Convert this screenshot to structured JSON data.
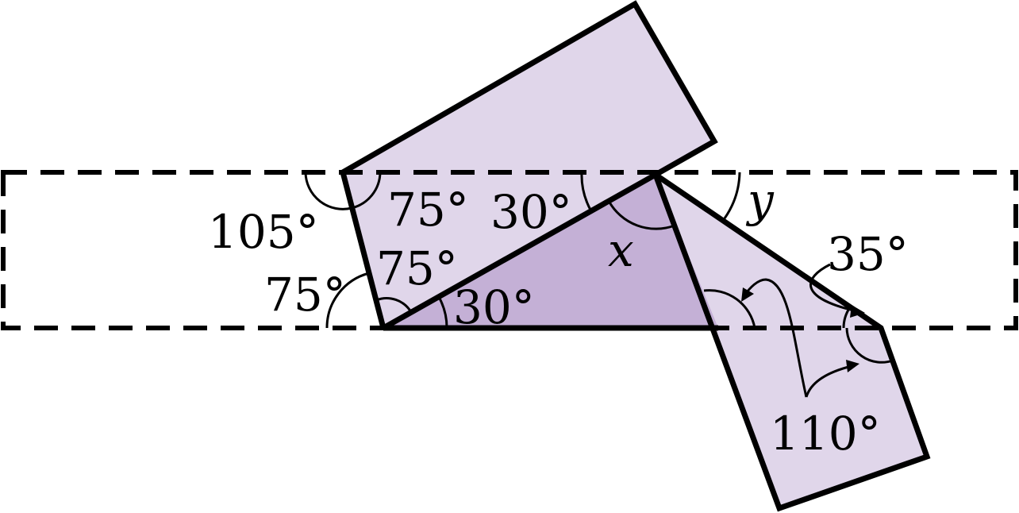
{
  "colors": {
    "light_fill": "#e0d6ea",
    "dark_fill": "#c4b0d6",
    "stroke": "#000000",
    "background": "#ffffff"
  },
  "labels": {
    "angle_105": "105°",
    "angle_75_outer": "75°",
    "angle_75_top": "75°",
    "angle_75_lower": "75°",
    "angle_30_top": "30°",
    "angle_30_bottom": "30°",
    "var_x": "x",
    "var_y": "y",
    "angle_35": "35°",
    "angle_110": "110°"
  }
}
